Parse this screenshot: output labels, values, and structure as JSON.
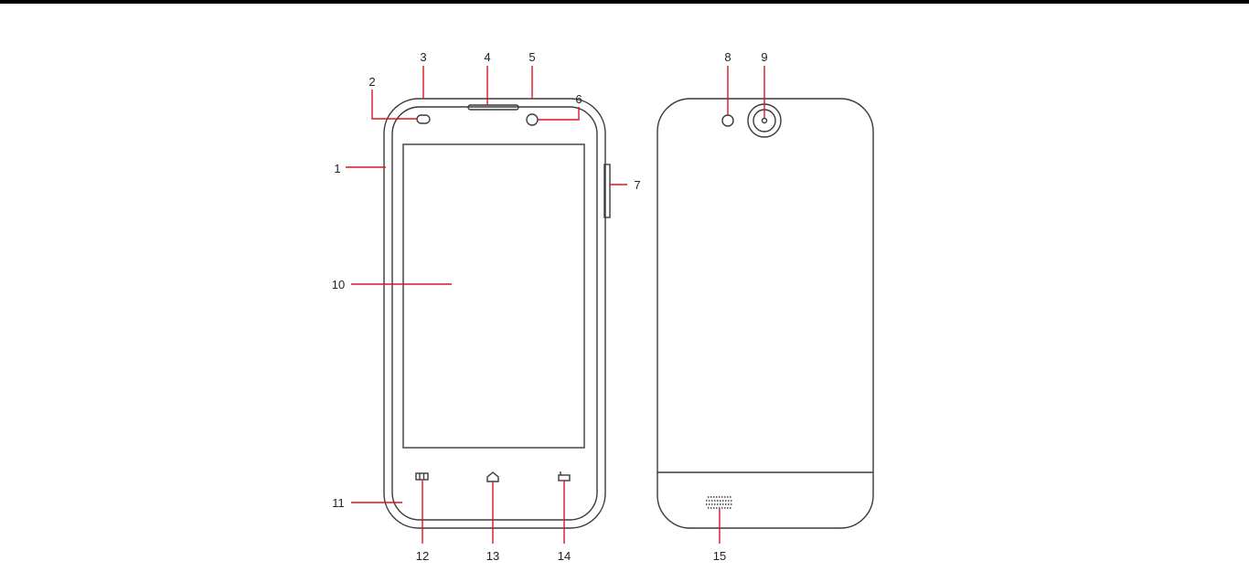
{
  "diagram": {
    "colors": {
      "outline": "#3a3a3a",
      "leader": "#e0141e",
      "top_rule": "#000000"
    },
    "front_view": {
      "callouts": [
        "1",
        "2",
        "3",
        "4",
        "5",
        "6",
        "7",
        "10",
        "11",
        "12",
        "13",
        "14"
      ]
    },
    "back_view": {
      "callouts": [
        "8",
        "9",
        "15"
      ]
    },
    "icons": {
      "menu_key": "menu-key-icon",
      "home_key": "home-key-icon",
      "back_key": "back-key-icon"
    }
  }
}
